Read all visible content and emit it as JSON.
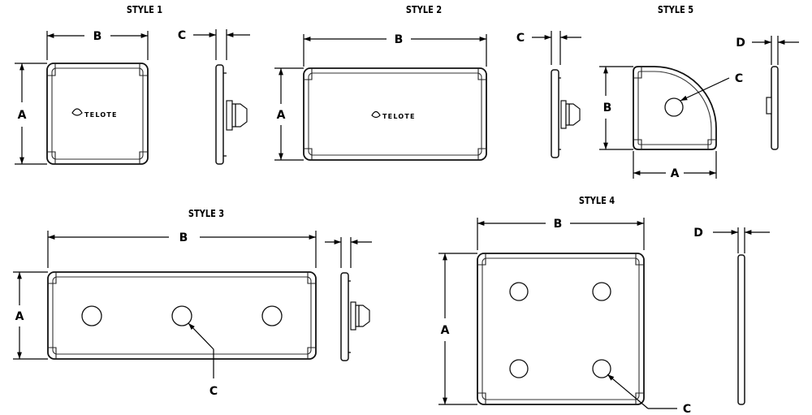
{
  "styles": [
    {
      "id": "style1",
      "title": "STYLE 1",
      "logo_text": "TELOTE"
    },
    {
      "id": "style2",
      "title": "STYLE 2",
      "logo_text": "TELOTE"
    },
    {
      "id": "style3",
      "title": "STYLE 3"
    },
    {
      "id": "style4",
      "title": "STYLE 4"
    },
    {
      "id": "style5",
      "title": "STYLE 5"
    }
  ],
  "dimension_labels": {
    "a": "A",
    "b": "B",
    "c": "C",
    "d": "D"
  },
  "colors": {
    "line": "#000000",
    "background": "#ffffff"
  }
}
